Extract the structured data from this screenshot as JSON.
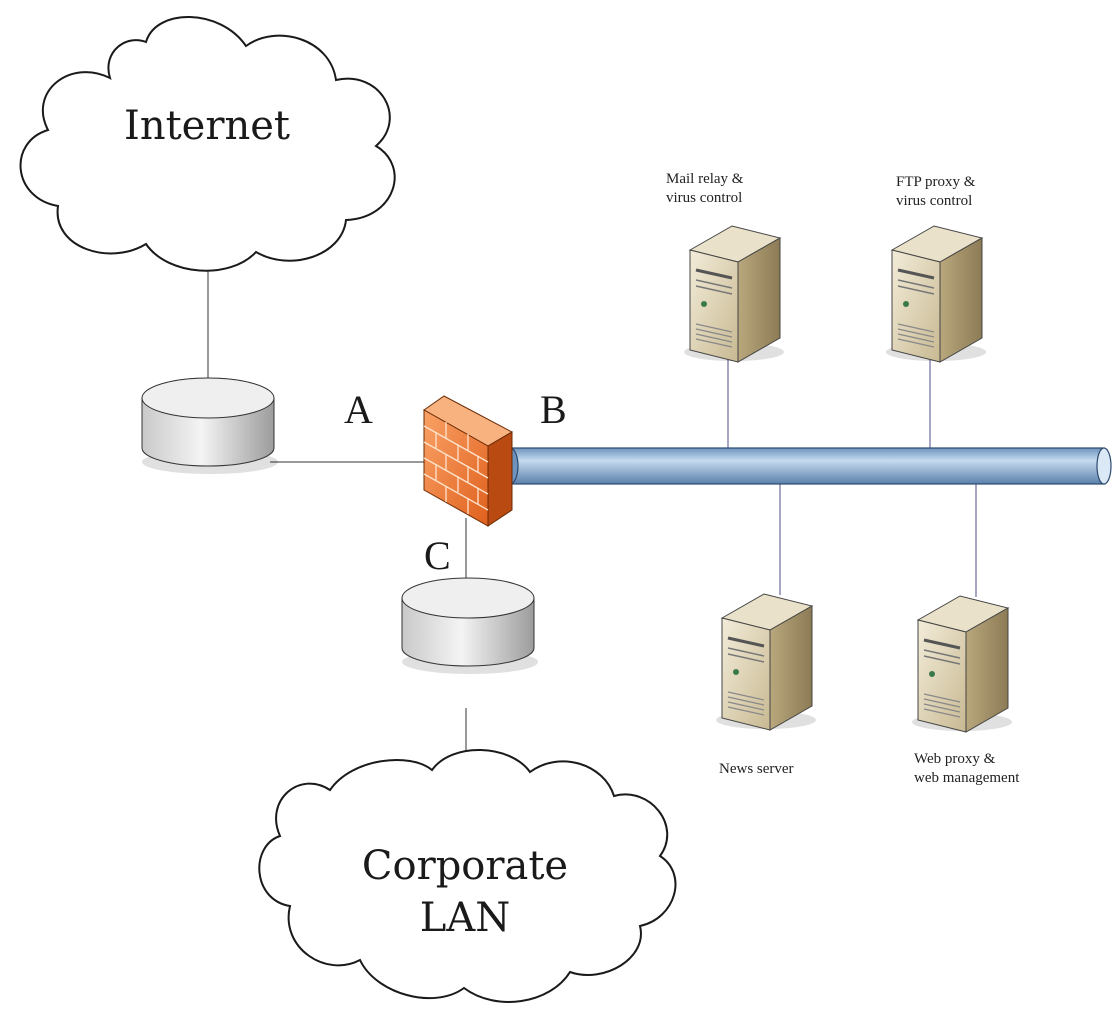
{
  "clouds": {
    "internet": {
      "label": "Internet"
    },
    "corporate_lan": {
      "label": "Corporate\nLAN"
    }
  },
  "ports": {
    "a": "A",
    "b": "B",
    "c": "C"
  },
  "servers": {
    "mail_relay": {
      "label": "Mail relay &\nvirus control"
    },
    "ftp_proxy": {
      "label": "FTP proxy &\nvirus control"
    },
    "news_server": {
      "label": "News server"
    },
    "web_proxy": {
      "label": "Web proxy &\nweb management"
    }
  },
  "colors": {
    "firewall": "#f07a2e",
    "backbone": "#8fb4d8",
    "server_body": "#d9cdb0",
    "router": "#d4d4d4"
  }
}
